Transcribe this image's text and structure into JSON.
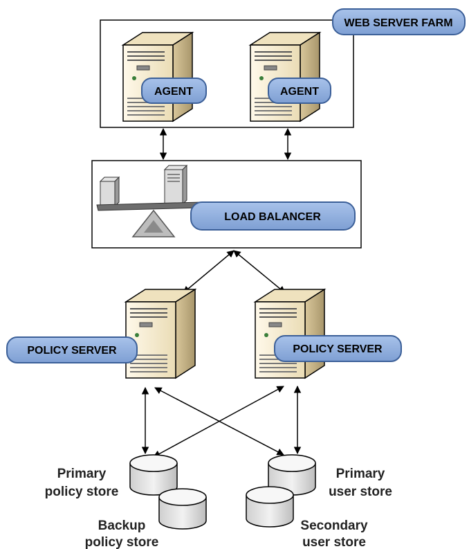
{
  "web_server_farm": {
    "label": "WEB SERVER FARM",
    "agents": [
      {
        "label": "AGENT"
      },
      {
        "label": "AGENT"
      }
    ]
  },
  "load_balancer": {
    "label": "LOAD BALANCER"
  },
  "policy_servers": [
    {
      "label": "POLICY SERVER"
    },
    {
      "label": "POLICY SERVER"
    }
  ],
  "stores": {
    "primary_policy": {
      "line1": "Primary",
      "line2": "policy store"
    },
    "backup_policy": {
      "line1": "Backup",
      "line2": "policy store"
    },
    "primary_user": {
      "line1": "Primary",
      "line2": "user store"
    },
    "secondary_user": {
      "line1": "Secondary",
      "line2": "user store"
    }
  },
  "colors": {
    "pill_fill": "#8eaedd",
    "pill_stroke": "#3b5f98",
    "server_light": "#fbf3de",
    "server_mid": "#e9dbb4",
    "server_dark": "#c9b78c",
    "disk_fill": "#e0e0e0",
    "disk_top": "#f4f4f4",
    "line": "#000000"
  }
}
